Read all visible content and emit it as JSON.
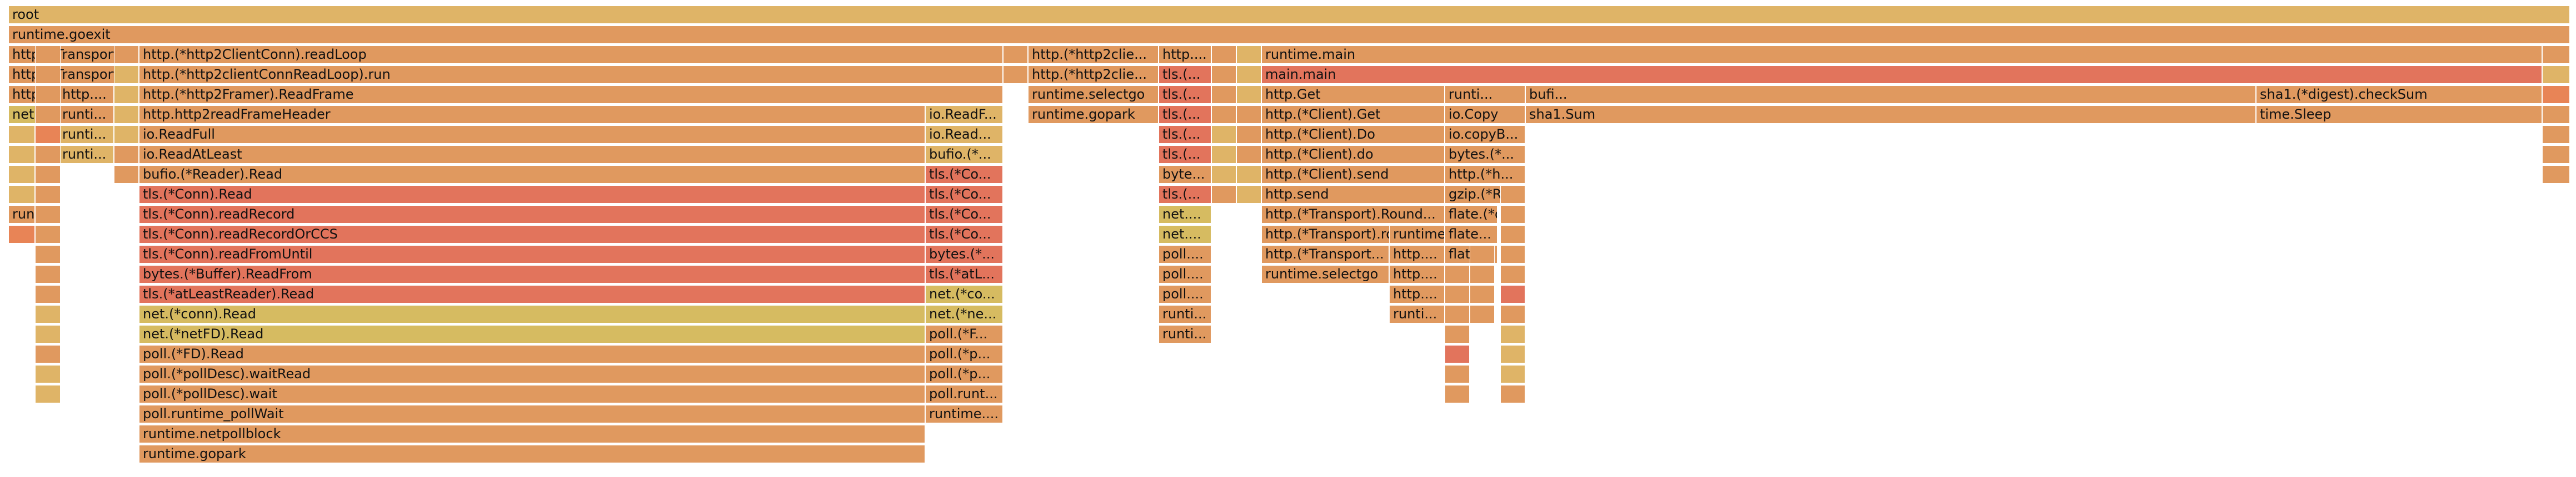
{
  "frames": [
    {
      "label": "root",
      "color": "c1"
    },
    {
      "label": "runtime.goexit",
      "color": "c2"
    },
    {
      "label": "http.(*Transport...",
      "color": "c2"
    },
    {
      "label": "http.(*Transport...",
      "color": "c2"
    },
    {
      "label": "http....",
      "color": "c2"
    },
    {
      "label": "net....",
      "color": "c5"
    },
    {
      "label": "http....",
      "color": "c2"
    },
    {
      "label": "runti...",
      "color": "c2"
    },
    {
      "label": "runti...",
      "color": "c1"
    },
    {
      "label": "runti...",
      "color": "c1"
    },
    {
      "label": "http.(*http2ClientConn).readLoop",
      "color": "c2"
    },
    {
      "label": "http.(*http2clientConnReadLoop).run",
      "color": "c2"
    },
    {
      "label": "http.(*http2Framer).ReadFrame",
      "color": "c2"
    },
    {
      "label": "http.http2readFrameHeader",
      "color": "c2"
    },
    {
      "label": "io.ReadFull",
      "color": "c2"
    },
    {
      "label": "io.ReadAtLeast",
      "color": "c2"
    },
    {
      "label": "bufio.(*Reader).Read",
      "color": "c2"
    },
    {
      "label": "tls.(*Conn).Read",
      "color": "c3"
    },
    {
      "label": "tls.(*Conn).readRecord",
      "color": "c3"
    },
    {
      "label": "tls.(*Conn).readRecordOrCCS",
      "color": "c3"
    },
    {
      "label": "tls.(*Conn).readFromUntil",
      "color": "c3"
    },
    {
      "label": "bytes.(*Buffer).ReadFrom",
      "color": "c3"
    },
    {
      "label": "tls.(*atLeastReader).Read",
      "color": "c3"
    },
    {
      "label": "net.(*conn).Read",
      "color": "c5"
    },
    {
      "label": "net.(*netFD).Read",
      "color": "c5"
    },
    {
      "label": "poll.(*FD).Read",
      "color": "c2"
    },
    {
      "label": "poll.(*pollDesc).waitRead",
      "color": "c2"
    },
    {
      "label": "poll.(*pollDesc).wait",
      "color": "c2"
    },
    {
      "label": "poll.runtime_pollWait",
      "color": "c2"
    },
    {
      "label": "runtime.netpollblock",
      "color": "c2"
    },
    {
      "label": "runtime.gopark",
      "color": "c2"
    },
    {
      "label": "io.ReadF...",
      "color": "c1"
    },
    {
      "label": "io.Read...",
      "color": "c1"
    },
    {
      "label": "bufio.(*...",
      "color": "c1"
    },
    {
      "label": "tls.(*Co...",
      "color": "c3"
    },
    {
      "label": "tls.(*Co...",
      "color": "c3"
    },
    {
      "label": "tls.(*Co...",
      "color": "c3"
    },
    {
      "label": "tls.(*Co...",
      "color": "c3"
    },
    {
      "label": "bytes.(*...",
      "color": "c3"
    },
    {
      "label": "tls.(*atL...",
      "color": "c3"
    },
    {
      "label": "net.(*co...",
      "color": "c5"
    },
    {
      "label": "net.(*ne...",
      "color": "c5"
    },
    {
      "label": "poll.(*F...",
      "color": "c2"
    },
    {
      "label": "poll.(*p...",
      "color": "c2"
    },
    {
      "label": "poll.(*p...",
      "color": "c2"
    },
    {
      "label": "poll.runt...",
      "color": "c2"
    },
    {
      "label": "runtime....",
      "color": "c2"
    },
    {
      "label": "http.(*http2clie...",
      "color": "c2"
    },
    {
      "label": "http.(*http2clie...",
      "color": "c2"
    },
    {
      "label": "runtime.selectgo",
      "color": "c2"
    },
    {
      "label": "runtime.gopark",
      "color": "c2"
    },
    {
      "label": "http....",
      "color": "c2"
    },
    {
      "label": "tls.(...",
      "color": "c3"
    },
    {
      "label": "tls.(...",
      "color": "c3"
    },
    {
      "label": "tls.(...",
      "color": "c3"
    },
    {
      "label": "tls.(...",
      "color": "c3"
    },
    {
      "label": "tls.(...",
      "color": "c3"
    },
    {
      "label": "byte...",
      "color": "c2"
    },
    {
      "label": "tls.(...",
      "color": "c3"
    },
    {
      "label": "net....",
      "color": "c5"
    },
    {
      "label": "net....",
      "color": "c5"
    },
    {
      "label": "poll....",
      "color": "c2"
    },
    {
      "label": "poll....",
      "color": "c2"
    },
    {
      "label": "poll....",
      "color": "c2"
    },
    {
      "label": "runti...",
      "color": "c2"
    },
    {
      "label": "runti...",
      "color": "c2"
    },
    {
      "label": "runtime.main",
      "color": "c2"
    },
    {
      "label": "main.main",
      "color": "c3"
    },
    {
      "label": "http.Get",
      "color": "c2"
    },
    {
      "label": "http.(*Client).Get",
      "color": "c2"
    },
    {
      "label": "http.(*Client).Do",
      "color": "c2"
    },
    {
      "label": "http.(*Client).do",
      "color": "c2"
    },
    {
      "label": "http.(*Client).send",
      "color": "c2"
    },
    {
      "label": "http.send",
      "color": "c2"
    },
    {
      "label": "http.(*Transport).Round...",
      "color": "c2"
    },
    {
      "label": "http.(*Transport).round...",
      "color": "c2"
    },
    {
      "label": "http.(*Transport...",
      "color": "c2"
    },
    {
      "label": "runtime.selectgo",
      "color": "c2"
    },
    {
      "label": "runtime.gopark",
      "color": "c2"
    },
    {
      "label": "http....",
      "color": "c2"
    },
    {
      "label": "http....",
      "color": "c2"
    },
    {
      "label": "http....",
      "color": "c2"
    },
    {
      "label": "runti...",
      "color": "c2"
    },
    {
      "label": "runti...",
      "color": "c2"
    },
    {
      "label": "io.Copy",
      "color": "c2"
    },
    {
      "label": "io.copyB...",
      "color": "c2"
    },
    {
      "label": "bytes.(*...",
      "color": "c2"
    },
    {
      "label": "http.(*h...",
      "color": "c2"
    },
    {
      "label": "gzip.(*R...",
      "color": "c2"
    },
    {
      "label": "flate.(*d...",
      "color": "c2"
    },
    {
      "label": "flate...",
      "color": "c2"
    },
    {
      "label": "flate...",
      "color": "c2"
    },
    {
      "label": "bufi...",
      "color": "c2"
    },
    {
      "label": "sha1.Sum",
      "color": "c2"
    },
    {
      "label": "sha1.(*digest).checkSum",
      "color": "c2"
    },
    {
      "label": "time.Sleep",
      "color": "c2"
    },
    {
      "label": "runtime.gopark",
      "color": "c2"
    },
    {
      "label": "",
      "color": "c6"
    },
    {
      "label": "",
      "color": "c6"
    },
    {
      "label": "",
      "color": "c2"
    },
    {
      "label": "",
      "color": "c2"
    },
    {
      "label": "",
      "color": "c2"
    },
    {
      "label": "",
      "color": "c2"
    },
    {
      "label": "",
      "color": "c2"
    },
    {
      "label": "",
      "color": "c2"
    },
    {
      "label": "",
      "color": "c2"
    },
    {
      "label": "",
      "color": "c2"
    },
    {
      "label": "",
      "color": "c1"
    },
    {
      "label": "",
      "color": "c1"
    },
    {
      "label": "",
      "color": "c2"
    },
    {
      "label": "",
      "color": "c1"
    },
    {
      "label": "",
      "color": "c1"
    },
    {
      "label": "",
      "color": "c1"
    },
    {
      "label": "",
      "color": "c1"
    },
    {
      "label": "",
      "color": "c1"
    },
    {
      "label": "",
      "color": "c1"
    },
    {
      "label": "",
      "color": "c2"
    },
    {
      "label": "",
      "color": "c2"
    },
    {
      "label": "",
      "color": "c2"
    },
    {
      "label": "",
      "color": "c2"
    },
    {
      "label": "",
      "color": "c2"
    },
    {
      "label": "",
      "color": "c1"
    },
    {
      "label": "",
      "color": "c1"
    },
    {
      "label": "",
      "color": "c1"
    },
    {
      "label": "",
      "color": "c1"
    },
    {
      "label": "",
      "color": "c2"
    },
    {
      "label": "",
      "color": "c2"
    },
    {
      "label": "",
      "color": "c2"
    },
    {
      "label": "",
      "color": "c2"
    },
    {
      "label": "",
      "color": "c2"
    },
    {
      "label": "",
      "color": "c2"
    },
    {
      "label": "",
      "color": "c2"
    },
    {
      "label": "",
      "color": "c2"
    },
    {
      "label": "",
      "color": "c1"
    },
    {
      "label": "",
      "color": "c1"
    },
    {
      "label": "",
      "color": "c1"
    },
    {
      "label": "",
      "color": "c2"
    },
    {
      "label": "",
      "color": "c2"
    },
    {
      "label": "",
      "color": "c2"
    },
    {
      "label": "",
      "color": "c1"
    },
    {
      "label": "",
      "color": "c1"
    },
    {
      "label": "",
      "color": "c1"
    },
    {
      "label": "",
      "color": "c1"
    },
    {
      "label": "",
      "color": "c1"
    },
    {
      "label": "",
      "color": "c2"
    },
    {
      "label": "",
      "color": "c2"
    },
    {
      "label": "",
      "color": "c1"
    },
    {
      "label": "",
      "color": "c6"
    },
    {
      "label": "",
      "color": "c2"
    },
    {
      "label": "",
      "color": "c2"
    },
    {
      "label": "",
      "color": "c2"
    },
    {
      "label": "",
      "color": "c2"
    },
    {
      "label": "",
      "color": "c2"
    },
    {
      "label": "",
      "color": "c2"
    },
    {
      "label": "",
      "color": "c2"
    },
    {
      "label": "",
      "color": "c2"
    },
    {
      "label": "",
      "color": "c3"
    },
    {
      "label": "",
      "color": "c2"
    },
    {
      "label": "",
      "color": "c2"
    },
    {
      "label": "",
      "color": "c2"
    },
    {
      "label": "",
      "color": "c2"
    },
    {
      "label": "",
      "color": "c2"
    },
    {
      "label": "",
      "color": "c2"
    },
    {
      "label": "",
      "color": "c2"
    },
    {
      "label": "",
      "color": "c3"
    },
    {
      "label": "",
      "color": "c2"
    },
    {
      "label": "",
      "color": "c1"
    },
    {
      "label": "",
      "color": "c1"
    },
    {
      "label": "",
      "color": "c1"
    },
    {
      "label": "",
      "color": "c2"
    },
    {
      "label": "",
      "color": "c2"
    },
    {
      "label": "",
      "color": "c2"
    },
    {
      "label": "",
      "color": "c2"
    },
    {
      "label": "",
      "color": "c2"
    }
  ],
  "palette": {
    "c1": "#dfb467",
    "c2": "#e0995f",
    "c3": "#e2745c",
    "c4": "#e9aa60",
    "c5": "#d6bb61",
    "c6": "#e88456"
  }
}
